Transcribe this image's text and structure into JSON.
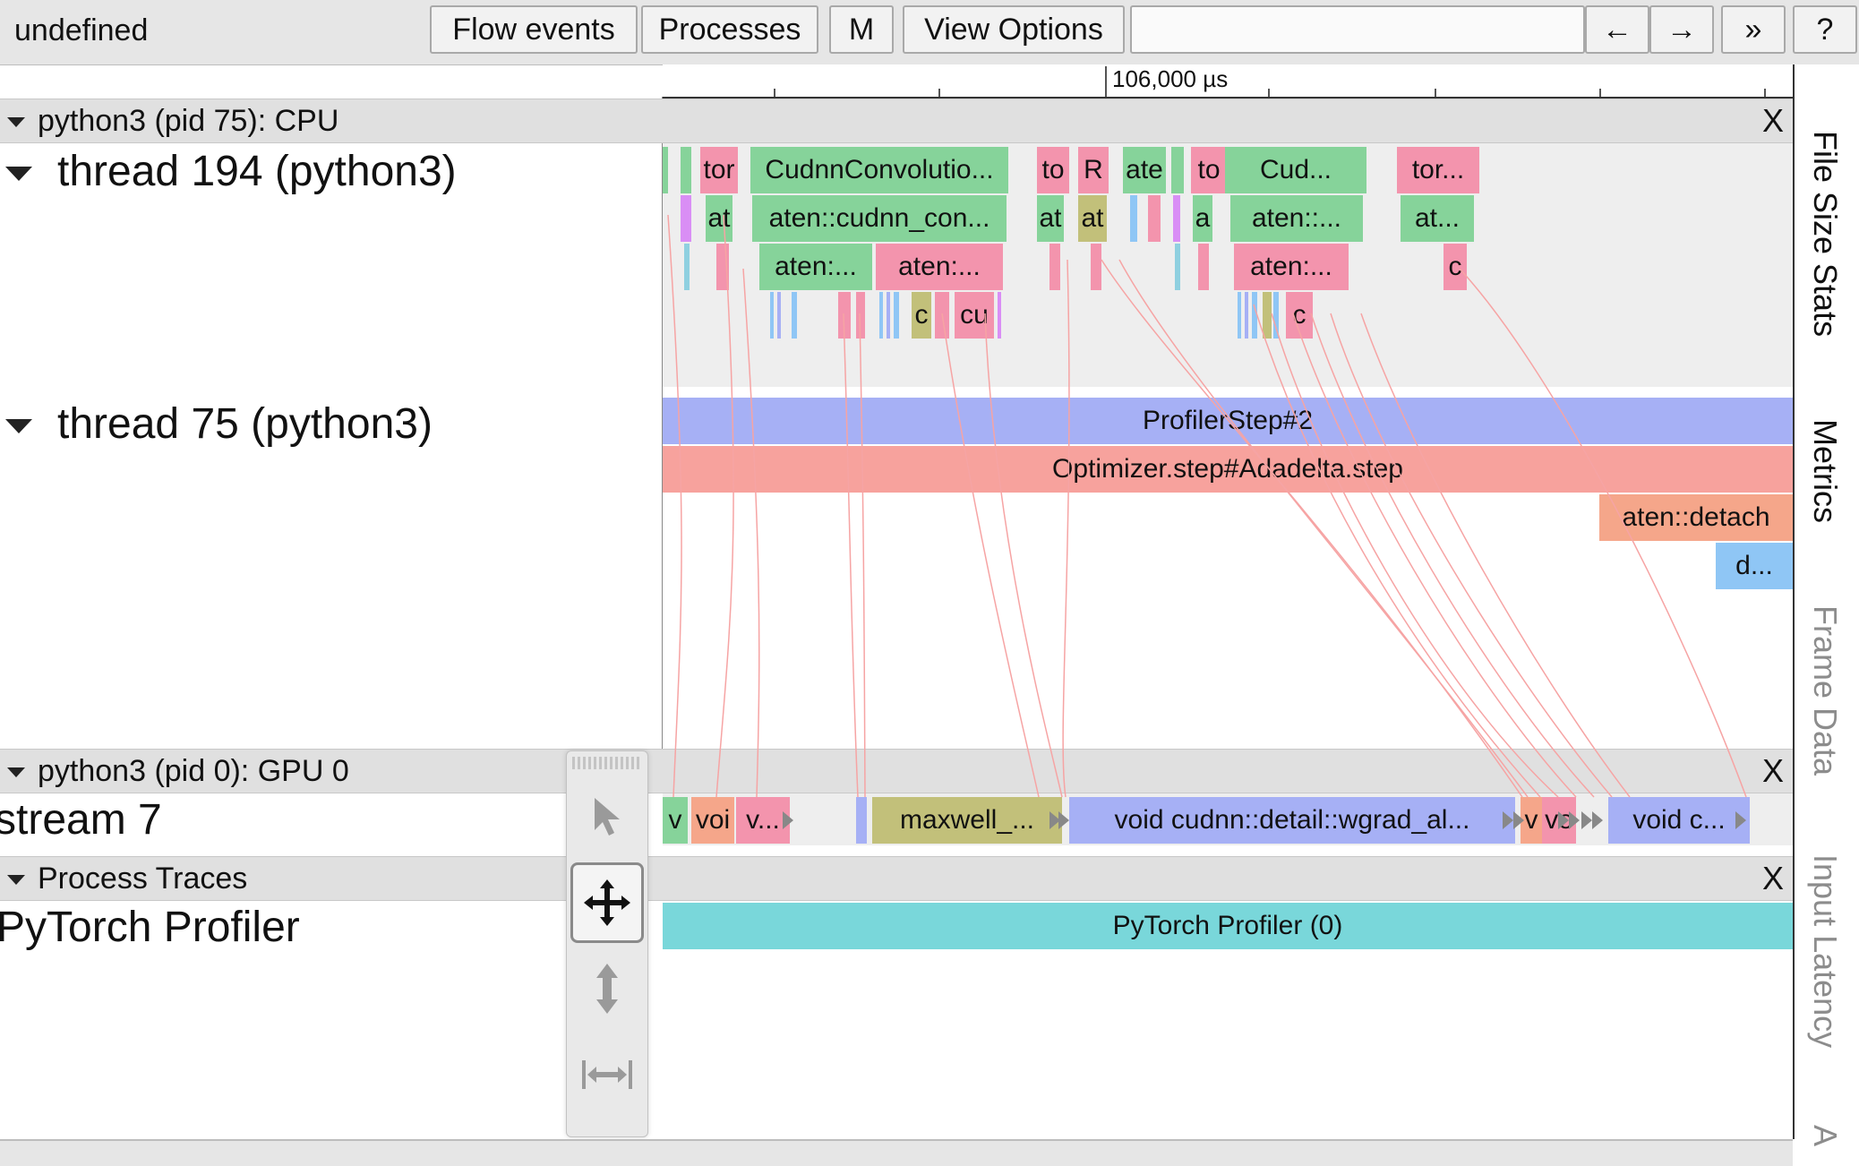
{
  "title": "undefined",
  "toolbar": {
    "flow_events": "Flow events",
    "processes": "Processes",
    "m": "M",
    "view_options": "View Options",
    "search_value": "",
    "prev": "←",
    "next": "→",
    "more": "»",
    "help": "?"
  },
  "ruler": {
    "label": "106,000 µs"
  },
  "cpu_process": {
    "label": "python3 (pid 75): CPU",
    "close": "X",
    "thread194": {
      "label": "thread 194 (python3)",
      "row0": [
        "tor",
        "CudnnConvolutio...",
        "to",
        "R",
        "ate",
        "to",
        "Cud...",
        "tor..."
      ],
      "row1": [
        "at",
        "aten::cudnn_con...",
        "at",
        "at",
        "a",
        "aten::...",
        "at..."
      ],
      "row2": [
        "aten:...",
        "aten:...",
        "aten:...",
        "c"
      ],
      "row3": [
        "c",
        "cu",
        "c"
      ]
    },
    "thread75": {
      "label": "thread 75 (python3)",
      "slices": [
        "ProfilerStep#2",
        "Optimizer.step#Adadelta.step",
        "aten::detach",
        "d..."
      ]
    }
  },
  "gpu_process": {
    "label": "python3 (pid 0): GPU 0",
    "close": "X",
    "stream": {
      "label": "stream 7",
      "slices": [
        "v",
        "voi",
        "v...",
        "maxwell_...",
        "void cudnn::detail::wgrad_al...",
        "v",
        "vo",
        "void c..."
      ]
    }
  },
  "traces": {
    "label": "Process Traces",
    "close": "X",
    "track": "PyTorch Profiler",
    "slice": "PyTorch Profiler (0)"
  },
  "sidebar": {
    "tabs": [
      "File Size Stats",
      "Metrics",
      "Frame Data",
      "Input Latency",
      "A"
    ]
  },
  "colors": {
    "green": "#86d39a",
    "pink": "#f394ad",
    "olive": "#c2c07a",
    "purple": "#a6b0f5",
    "salmon": "#f7a29d",
    "orange": "#f5a68a",
    "blue": "#8fc6f5",
    "teal": "#79d7da",
    "flow": "#f6a4a4"
  },
  "palette": {
    "tools": [
      "pointer-tool",
      "pan-tool",
      "zoom-tool",
      "timing-tool"
    ]
  }
}
